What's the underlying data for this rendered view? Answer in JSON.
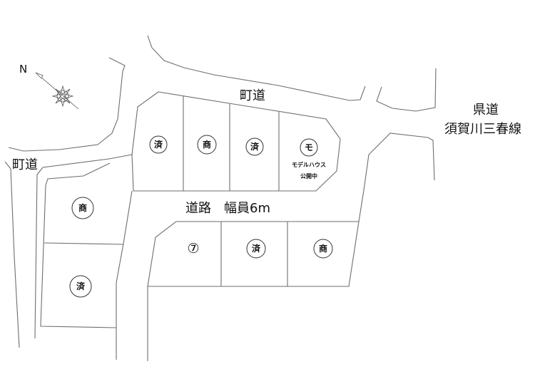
{
  "compass": {
    "north_label": "N"
  },
  "roads": {
    "town_road_top": "町道",
    "town_road_left": "町道",
    "prefectural_road_line1": "県道",
    "prefectural_road_line2": "須賀川三春線",
    "inner_road": "道路　幅員6m"
  },
  "lots": [
    {
      "mark": "済",
      "status": "sold"
    },
    {
      "mark": "商",
      "status": "under-negotiation"
    },
    {
      "mark": "済",
      "status": "sold"
    },
    {
      "mark": "モ",
      "status": "model-house",
      "note_line1": "モデルハウス",
      "note_line2": "公開中"
    },
    {
      "mark": "商",
      "status": "under-negotiation"
    },
    {
      "mark": "済",
      "status": "sold"
    },
    {
      "mark": "⑦",
      "status": "available"
    },
    {
      "mark": "済",
      "status": "sold"
    },
    {
      "mark": "商",
      "status": "under-negotiation"
    }
  ]
}
